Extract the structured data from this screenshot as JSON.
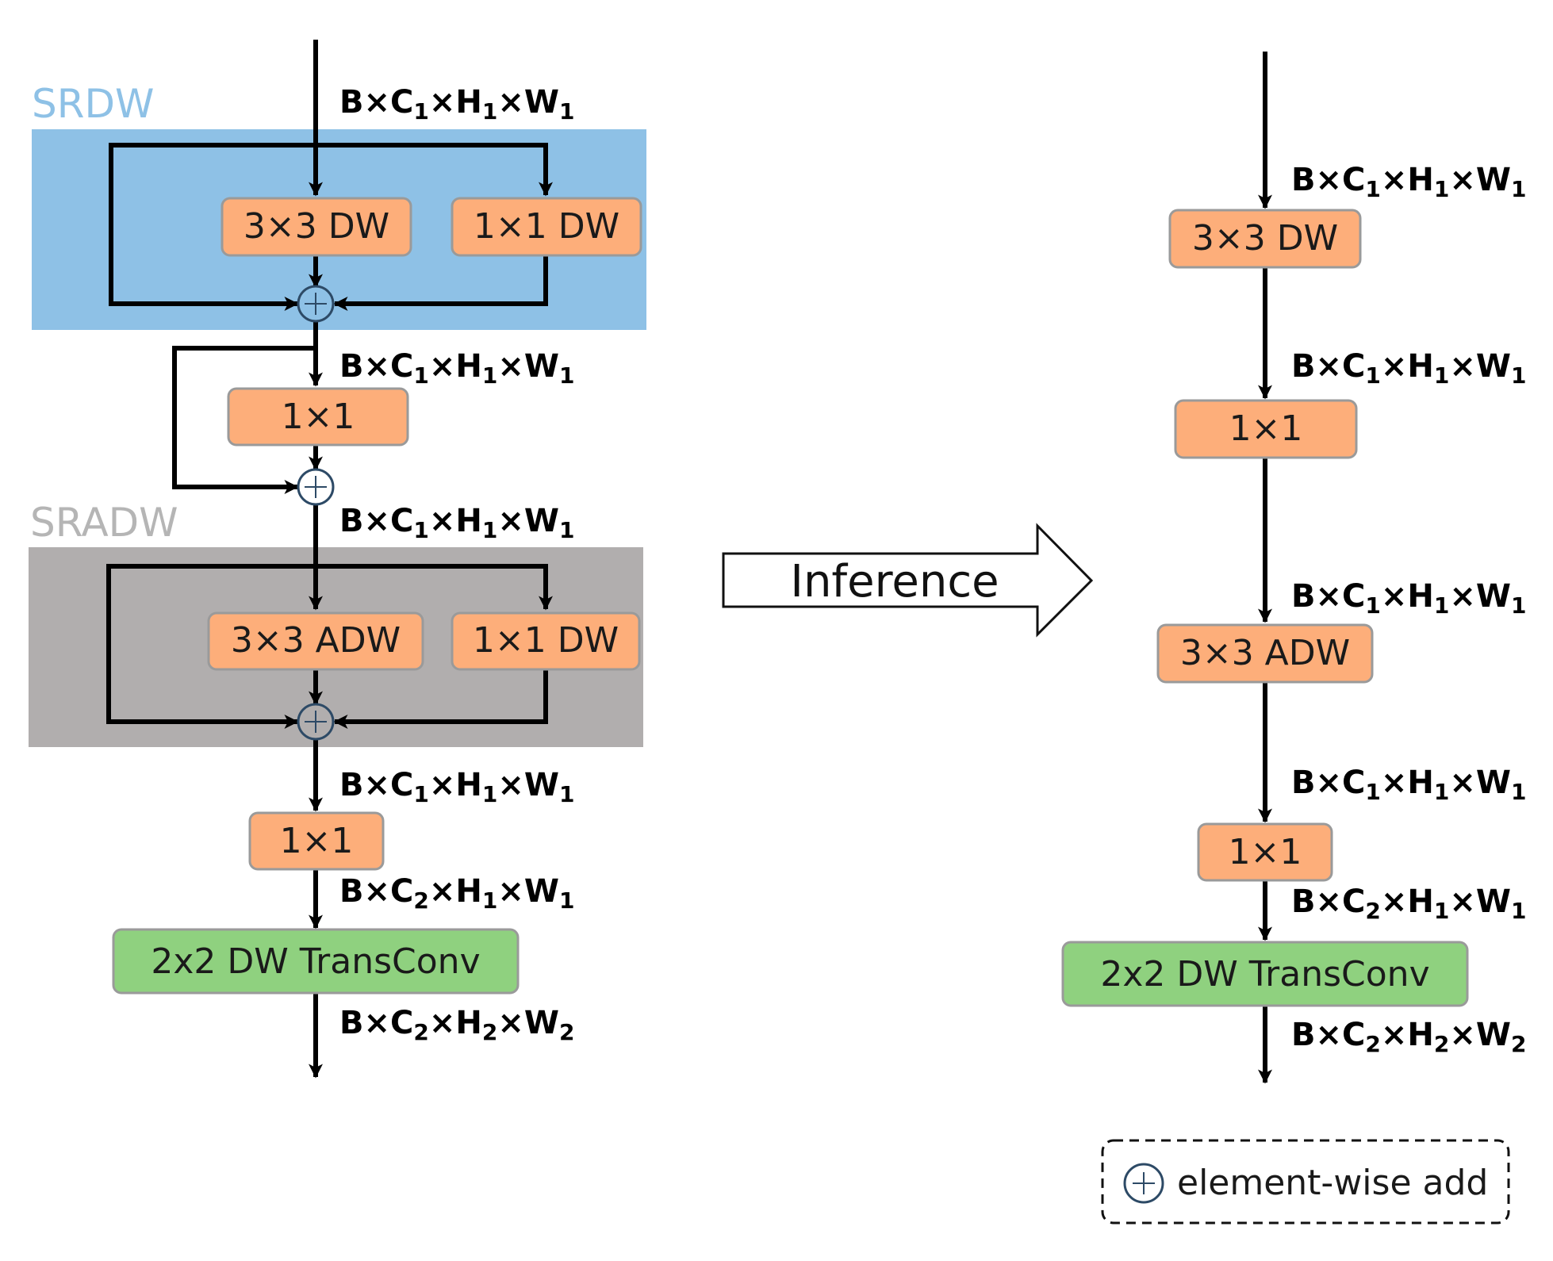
{
  "left": {
    "regions": {
      "srdw_label": "SRDW",
      "sradw_label": "SRADW"
    },
    "boxes": {
      "conv3x3_dw": "3×3 DW",
      "conv1x1_dw_top": "1×1 DW",
      "conv1x1_a": "1×1",
      "conv3x3_adw": "3×3 ADW",
      "conv1x1_dw_bottom": "1×1 DW",
      "conv1x1_b": "1×1",
      "transconv": "2x2 DW TransConv"
    },
    "dims": [
      {
        "parts": [
          "B×C",
          "1",
          "×H",
          "1",
          "×W",
          "1"
        ]
      },
      {
        "parts": [
          "B×C",
          "1",
          "×H",
          "1",
          "×W",
          "1"
        ]
      },
      {
        "parts": [
          "B×C",
          "1",
          "×H",
          "1",
          "×W",
          "1"
        ]
      },
      {
        "parts": [
          "B×C",
          "1",
          "×H",
          "1",
          "×W",
          "1"
        ]
      },
      {
        "parts": [
          "B×C",
          "2",
          "×H",
          "1",
          "×W",
          "1"
        ]
      },
      {
        "parts": [
          "B×C",
          "2",
          "×H",
          "2",
          "×W",
          "2"
        ]
      }
    ]
  },
  "middle": {
    "inference_label": "Inference"
  },
  "right": {
    "boxes": {
      "conv3x3_dw": "3×3 DW",
      "conv1x1_a": "1×1",
      "conv3x3_adw": "3×3 ADW",
      "conv1x1_b": "1×1",
      "transconv": "2x2 DW TransConv"
    },
    "dims": [
      {
        "parts": [
          "B×C",
          "1",
          "×H",
          "1",
          "×W",
          "1"
        ]
      },
      {
        "parts": [
          "B×C",
          "1",
          "×H",
          "1",
          "×W",
          "1"
        ]
      },
      {
        "parts": [
          "B×C",
          "1",
          "×H",
          "1",
          "×W",
          "1"
        ]
      },
      {
        "parts": [
          "B×C",
          "1",
          "×H",
          "1",
          "×W",
          "1"
        ]
      },
      {
        "parts": [
          "B×C",
          "2",
          "×H",
          "1",
          "×W",
          "1"
        ]
      },
      {
        "parts": [
          "B×C",
          "2",
          "×H",
          "2",
          "×W",
          "2"
        ]
      }
    ]
  },
  "legend": {
    "label": "element-wise add"
  },
  "colors": {
    "srdw_region": "#8ec1e6",
    "srdw_label": "#8ec1e6",
    "sradw_region": "#b1aeae",
    "sradw_label": "#b5b5b5",
    "conv_box": "#fdae7a",
    "transconv_box": "#8fd17f",
    "box_border": "#9a9a9a"
  }
}
